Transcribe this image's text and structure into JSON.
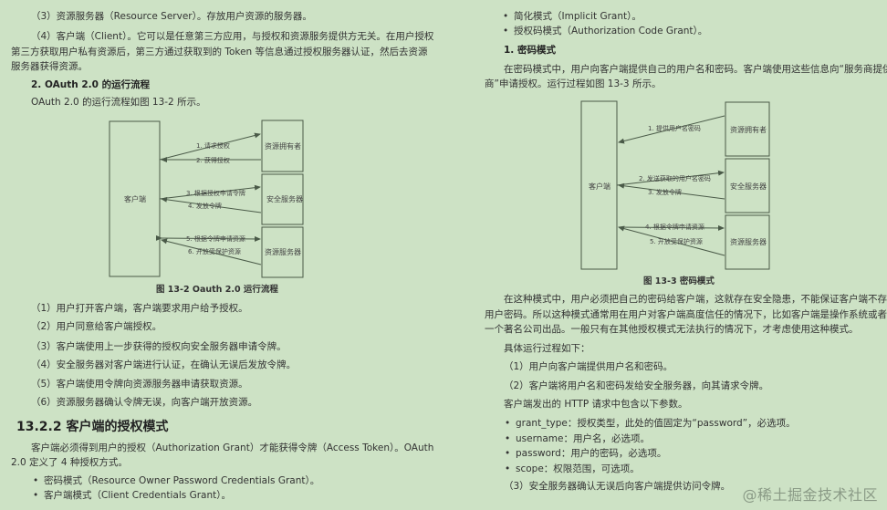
{
  "left": {
    "p3": "（3）资源服务器（Resource Server）。存放用户资源的服务器。",
    "p4_1": "（4）客户端（Client）。它可以是任意第三方应用，与授权和资源服务提供方无关。在用户授权",
    "p4_2": "第三方获取用户私有资源后，第三方通过获取到的 Token 等信息通过授权服务器认证，然后去资源",
    "p4_3": "服务器获得资源。",
    "section_title": "2.  OAuth 2.0 的运行流程",
    "section_intro": "OAuth 2.0 的运行流程如图 13-2 所示。",
    "figure": {
      "client": "客户端",
      "boxes": [
        "资源拥有者",
        "安全服务器",
        "资源服务器"
      ],
      "arrows": [
        "1. 请求授权",
        "2. 获得授权",
        "3. 根据授权申请令牌",
        "4. 发放令牌",
        "5. 根据令牌申请资源",
        "6. 开放受保护资源"
      ],
      "caption": "图 13-2    Oauth 2.0 运行流程"
    },
    "steps": [
      "（1）用户打开客户端，客户端要求用户给予授权。",
      "（2）用户同意给客户端授权。",
      "（3）客户端使用上一步获得的授权向安全服务器申请令牌。",
      "（4）安全服务器对客户端进行认证，在确认无误后发放令牌。",
      "（5）客户端使用令牌向资源服务器申请获取资源。",
      "（6）资源服务器确认令牌无误，向客户端开放资源。"
    ],
    "heading": "13.2.2   客户端的授权模式",
    "intro_1": "客户端必须得到用户的授权（Authorization Grant）才能获得令牌（Access Token）。OAuth",
    "intro_2": "2.0 定义了 4 种授权方式。",
    "bullets": [
      "密码模式（Resource Owner Password Credentials Grant）。",
      "客户端模式（Client Credentials Grant）。"
    ]
  },
  "right": {
    "bullets": [
      "简化模式（Implicit Grant）。",
      "授权码模式（Authorization Code Grant）。"
    ],
    "section_title": "1.  密码模式",
    "intro_1": "在密码模式中，用户向客户端提供自己的用户名和密码。客户端使用这些信息向“服务商提供",
    "intro_2": "商”申请授权。运行过程如图 13-3 所示。",
    "figure": {
      "client": "客户端",
      "boxes": [
        "资源拥有者",
        "安全服务器",
        "资源服务器"
      ],
      "arrows": [
        "1. 提供用户名密码",
        "2. 发送获取的用户名密码",
        "3. 发放令牌",
        "4. 根据令牌申请资源",
        "5. 开放受保护资源"
      ],
      "caption": "图 13-3    密码模式"
    },
    "para_1": "在这种模式中，用户必须把自己的密码给客户端，这就存在安全隐患，不能保证客户端不存储",
    "para_2": "用户密码。所以这种模式通常用在用户对客户端高度信任的情况下，比如客户端是操作系统或者由",
    "para_3": "一个著名公司出品。一般只有在其他授权模式无法执行的情况下，才考虑使用这种模式。",
    "process_intro": "具体运行过程如下：",
    "steps_a": [
      "（1）用户向客户端提供用户名和密码。",
      "（2）客户端将用户名和密码发给安全服务器，向其请求令牌。"
    ],
    "http_intro": "客户端发出的 HTTP 请求中包含以下参数。",
    "params": [
      "grant_type：授权类型，此处的值固定为“password”，必选项。",
      "username：用户名，必选项。",
      "password：用户的密码，必选项。",
      "scope：权限范围，可选项。"
    ],
    "step3": "（3）安全服务器确认无误后向客户端提供访问令牌。"
  },
  "watermark": "@稀土掘金技术社区",
  "colors": {
    "background": "#cde2c5",
    "diagram_line": "#4a5a48"
  }
}
